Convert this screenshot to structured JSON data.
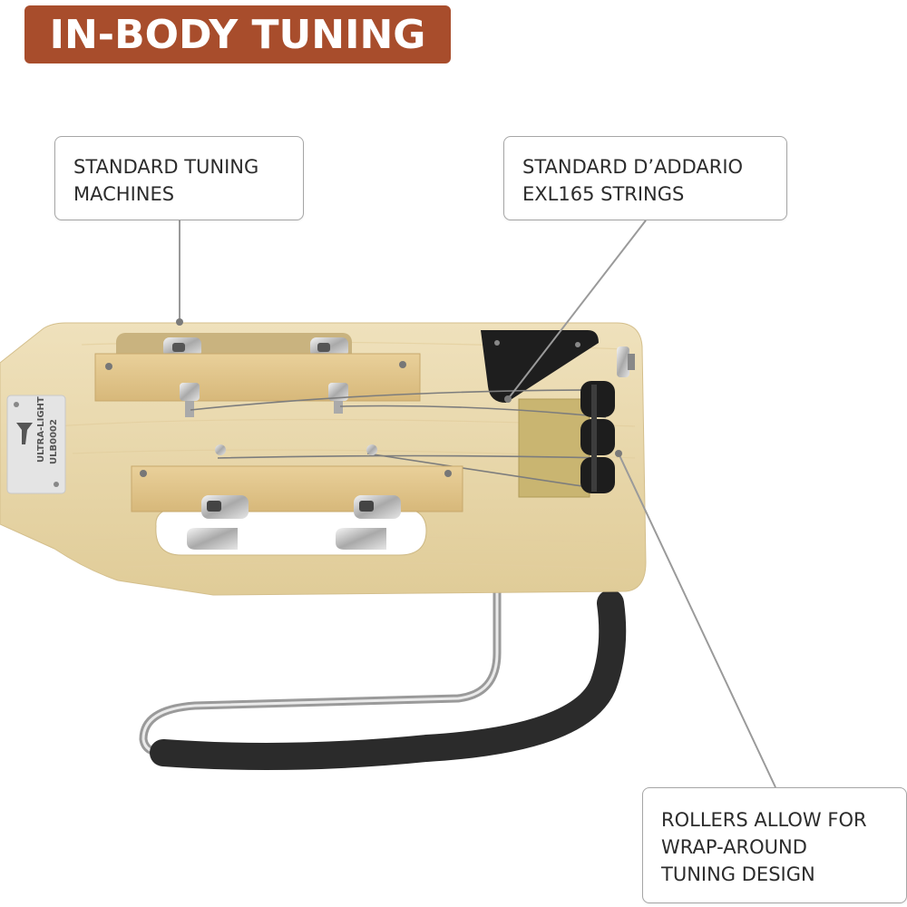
{
  "title": "IN-BODY TUNING",
  "callouts": {
    "tuning_machines": [
      "STANDARD TUNING",
      "MACHINES"
    ],
    "strings": [
      "STANDARD D’ADDARIO",
      "EXL165 STRINGS"
    ],
    "rollers": [
      "ROLLERS ALLOW FOR",
      "WRAP-AROUND",
      "TUNING DESIGN"
    ]
  },
  "plate": {
    "brand": "ULTRA-LIGHT",
    "model": "ULB0002"
  },
  "colors": {
    "banner": "#a84d2c",
    "wood": "#e8d8ae",
    "foam": "#2b2b2b"
  }
}
